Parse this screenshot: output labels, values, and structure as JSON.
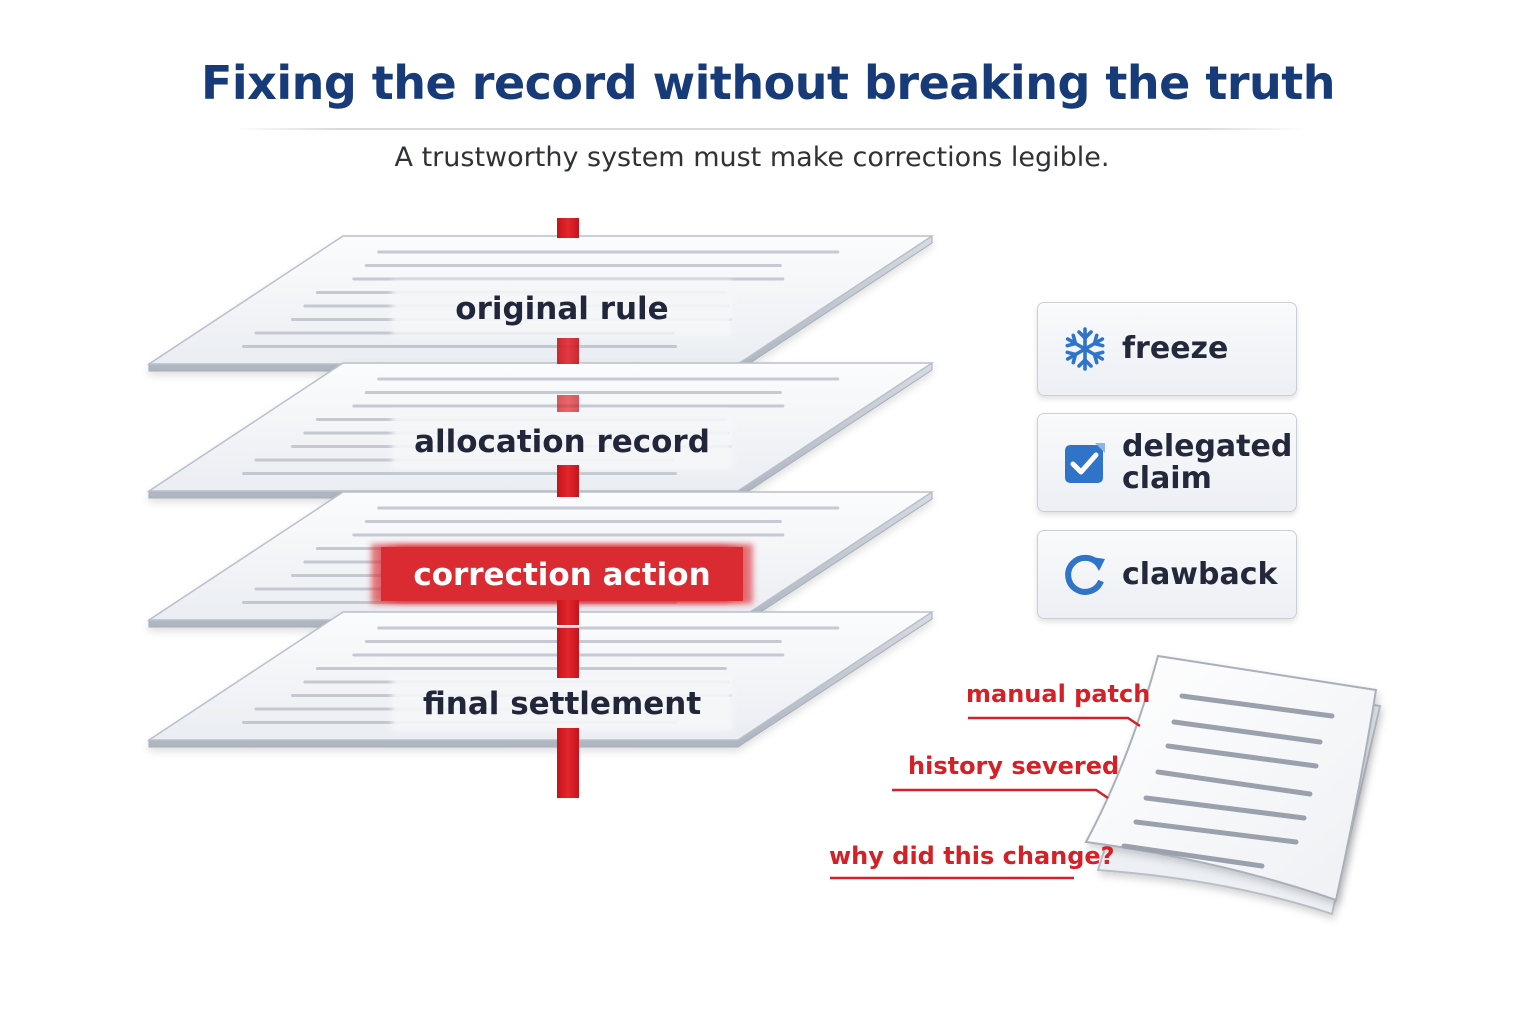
{
  "header": {
    "title": "Fixing the record without breaking the truth",
    "subtitle": "A trustworthy system must make corrections legible."
  },
  "layers": [
    {
      "label": "original rule",
      "highlighted": false
    },
    {
      "label": "allocation record",
      "highlighted": false
    },
    {
      "label": "correction action",
      "highlighted": true
    },
    {
      "label": "final settlement",
      "highlighted": false
    }
  ],
  "actions": [
    {
      "label": "freeze",
      "icon": "snowflake-icon"
    },
    {
      "label": "delegated claim",
      "line1": "delegated",
      "line2": "claim",
      "icon": "checkbox-icon"
    },
    {
      "label": "clawback",
      "icon": "circular-arrow-icon"
    }
  ],
  "warnings": [
    {
      "label": "manual patch"
    },
    {
      "label": "history severed"
    },
    {
      "label": "why did this change?"
    }
  ],
  "colors": {
    "title": "#173a78",
    "accent_red": "#d42027",
    "icon_blue": "#2f74c8",
    "text_dark": "#23283a"
  }
}
